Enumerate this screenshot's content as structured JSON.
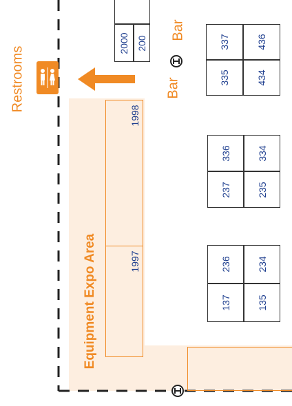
{
  "colors": {
    "accent": "#f08a24",
    "expo_fill": "#fdeee0",
    "booth_text": "#1f3f8f",
    "line": "#222222"
  },
  "labels": {
    "restrooms": "Restrooms",
    "bar_left": "Bar",
    "bar_right": "Bar",
    "expo_area": "Equipment Expo Area"
  },
  "icons": {
    "restroom": "restroom-icon",
    "arrow": "arrow-up-icon",
    "bar": "bar-icon"
  },
  "booths": {
    "b2000a": "2000",
    "b2000b": "200",
    "b436": "436",
    "b434": "434",
    "b337": "337",
    "b335": "335",
    "b336": "336",
    "b334": "334",
    "b237": "237",
    "b235": "235",
    "b236": "236",
    "b234": "234",
    "b137": "137",
    "b135": "135",
    "b1998": "1998",
    "b1997": "1997"
  }
}
